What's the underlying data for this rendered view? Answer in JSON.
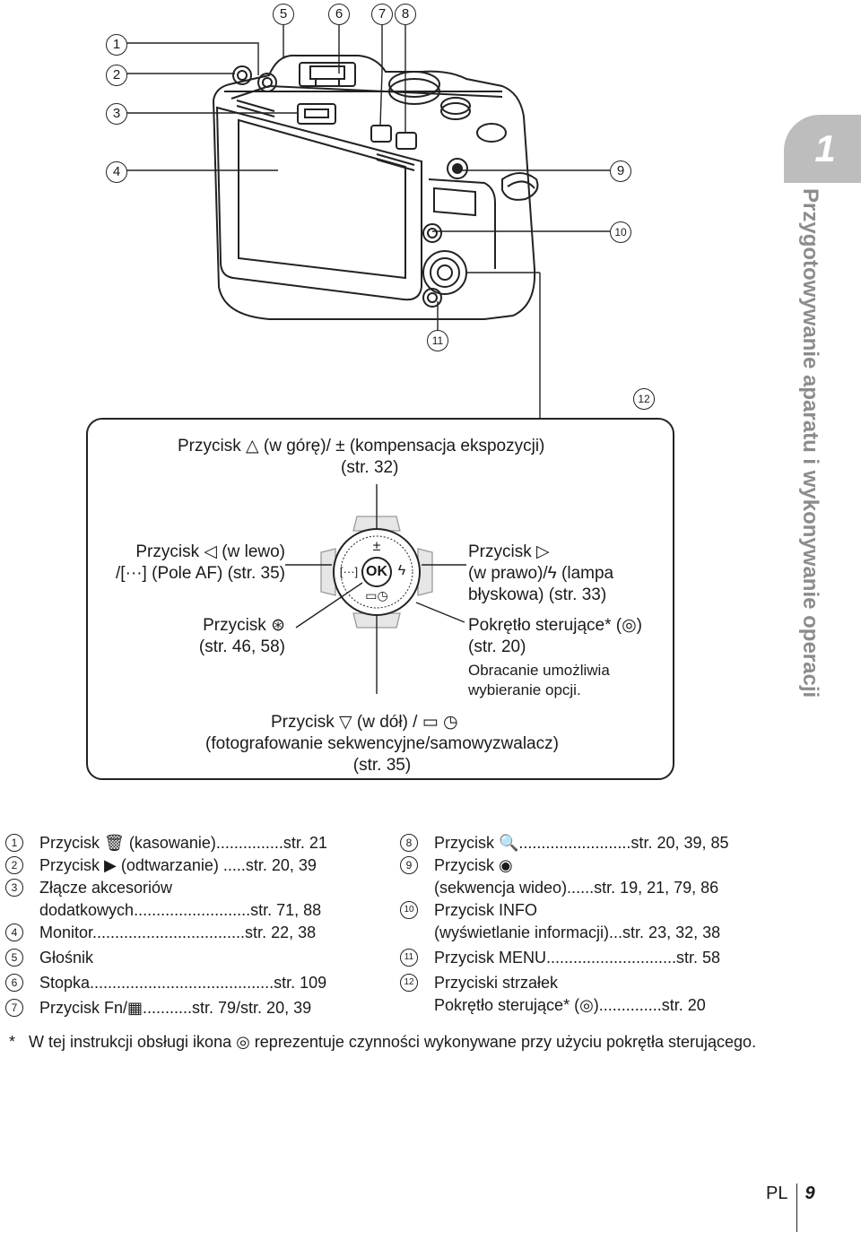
{
  "callouts": [
    "1",
    "2",
    "3",
    "4",
    "5",
    "6",
    "7",
    "8",
    "9",
    "10",
    "11",
    "12"
  ],
  "chapter": {
    "number": "1",
    "title": "Przygotowywanie aparatu i wykonywanie operacji"
  },
  "detail": {
    "up_line1": "Przycisk △ (w górę)/ ± (kompensacja ekspozycji)",
    "up_line2": "(str. 32)",
    "left_line1": "Przycisk ◁ (w lewo)",
    "left_line2": "/[···] (Pole AF) (str. 35)",
    "ok_line1": "Przycisk ⊛",
    "ok_line2": "(str. 46, 58)",
    "right_line1": "Przycisk ▷",
    "right_line2": "(w prawo)/ϟ (lampa",
    "right_line3": "błyskowa) (str. 33)",
    "dial_line1": "Pokrętło sterujące* (◎)",
    "dial_line2": "(str. 20)",
    "dial_note1": "Obracanie umożliwia",
    "dial_note2": "wybieranie opcji.",
    "down_line1": "Przycisk ▽ (w dół) / ▭ ◷",
    "down_line2": "(fotografowanie sekwencyjne/samowyzwalacz)",
    "down_line3": "(str. 35)",
    "dial_ok_label": "OK",
    "dial_top_symbol": "±",
    "dial_left_symbol": "[···]",
    "dial_right_symbol": "ϟ",
    "dial_bottom_symbol": "▭◷"
  },
  "legend_left": [
    {
      "num": "1",
      "lines": [
        "Przycisk 🗑 (kasowanie)...............str. 21"
      ]
    },
    {
      "num": "2",
      "lines": [
        "Przycisk ▶ (odtwarzanie) .....str. 20, 39"
      ]
    },
    {
      "num": "3",
      "lines": [
        "Złącze akcesoriów",
        "dodatkowych..........................str. 71, 88"
      ]
    },
    {
      "num": "4",
      "lines": [
        "Monitor..................................str. 22, 38"
      ]
    },
    {
      "num": "5",
      "lines": [
        "Głośnik"
      ]
    },
    {
      "num": "6",
      "lines": [
        "Stopka.........................................str. 109"
      ]
    },
    {
      "num": "7",
      "lines": [
        "Przycisk Fn/▦...........str. 79/str. 20, 39"
      ]
    }
  ],
  "legend_right": [
    {
      "num": "8",
      "lines": [
        "Przycisk 🔍.........................str. 20, 39, 85"
      ]
    },
    {
      "num": "9",
      "lines": [
        "Przycisk ◉",
        "(sekwencja wideo)......str. 19, 21, 79, 86"
      ]
    },
    {
      "num": "10",
      "lines": [
        "Przycisk INFO",
        "(wyświetlanie informacji)...str. 23, 32, 38"
      ]
    },
    {
      "num": "11",
      "lines": [
        "Przycisk MENU.............................str. 58"
      ]
    },
    {
      "num": "12",
      "lines": [
        "Przyciski strzałek",
        "Pokrętło sterujące* (◎)..............str. 20"
      ]
    }
  ],
  "footnote": {
    "star": "*",
    "text": "W tej instrukcji obsługi ikona ◎ reprezentuje czynności wykonywane przy użyciu pokrętła sterującego."
  },
  "footer": {
    "lang": "PL",
    "page": "9"
  }
}
